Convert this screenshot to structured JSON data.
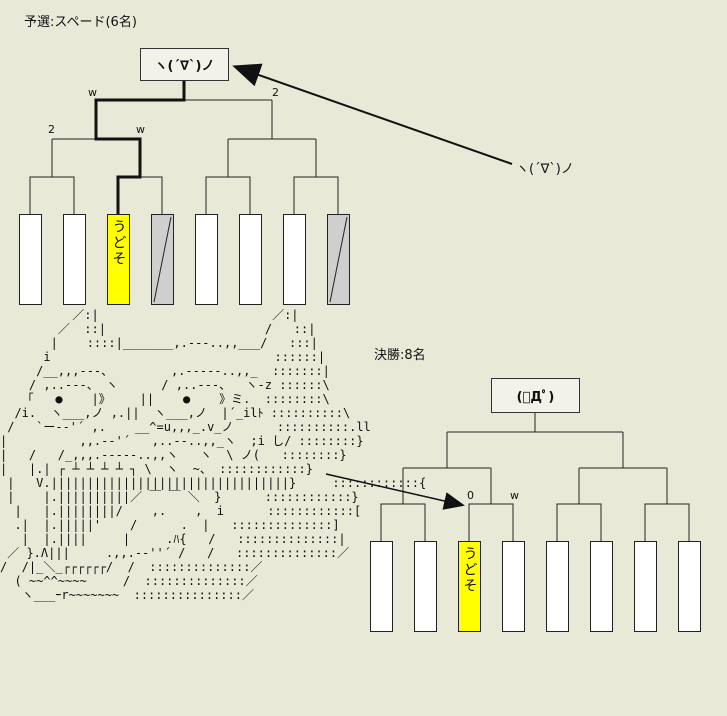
{
  "prelim": {
    "title": "予選:スペード(6名)",
    "winner": "ヽ(´∇`)ノ",
    "scores": [
      "w",
      "2",
      "2",
      "w"
    ],
    "slots": [
      {
        "text": "",
        "state": "empty"
      },
      {
        "text": "",
        "state": "empty"
      },
      {
        "text": "うどそ",
        "state": "yellow"
      },
      {
        "text": "",
        "state": "gray"
      },
      {
        "text": "",
        "state": "empty"
      },
      {
        "text": "",
        "state": "empty"
      },
      {
        "text": "",
        "state": "empty"
      },
      {
        "text": "",
        "state": "gray"
      }
    ]
  },
  "arrow_label": "ヽ(´∇`)ノ",
  "final": {
    "title": "決勝:8名",
    "winner": "(ﾟДﾟ)",
    "scores": [
      "0",
      "w"
    ],
    "slots": [
      {
        "text": "",
        "state": "empty"
      },
      {
        "text": "",
        "state": "empty"
      },
      {
        "text": "うどそ",
        "state": "yellow"
      },
      {
        "text": "",
        "state": "empty"
      },
      {
        "text": "",
        "state": "empty"
      },
      {
        "text": "",
        "state": "empty"
      },
      {
        "text": "",
        "state": "empty"
      },
      {
        "text": "",
        "state": "empty"
      }
    ]
  },
  "ascii_art": "          ／:|                        ／:|\n        ／  ::|                      /   ::|\n       |    ::::|_______,.-‐-..,,___/   :::|\n      i                               ::::::|\n     /__,,,--‐、        ,.--‐‐-..,,_  :::::::|\n    / ,..-‐-、 ヽ      / ,..-‐-、  ヽ-z ::::::\\\n   「   ●    |》    ||    ●    》ミ.  ::::::::\\\n  /i.  ヽ___,ノ ,.||  ヽ___,ノ  |´_ilﾄ ::::::::::\\\n /   `ー-‐'´ ,.    __^=u,,,_.v_ノ      ::::::::::.ll\n|          ,,.-‐'´   ,..-‐..,,_ヽ  ;i し/ ::::::::}\n|   /   /_,,,.--‐‐-..,,ヽ   ヽ  \\ ノ(   ::::::::}\n|   |.| ┌ ┴ ┴ ┴ ┴ ┐ \\  ヽ  ~、 ::::::::::::}\n |   V.|||||||||||||||||||||||||||||||||}     ::::::::::::{\n |    |.||||||||||／ ￣ ￣ ＼  }      ::::::::::::}\n  |   |.||||||||/    ,.    ,  i      ::::::::::::[\n  .|  |.|||||'    /      .  |   ::::::::::::::]\n   |  |.||||     |     .ﾊ{   /   ::::::::::::::|\n ／ }.Λ|||     .,,.-‐''´ /   /   ::::::::::::::／\n/  /|_＼_┌┌┌┌┌┌/  /  ::::::::::::::／\n  ( ~~^^~~~~     /  ::::::::::::::／\n   ヽ___ｰr~~~~~~~  :::::::::::::::／"
}
